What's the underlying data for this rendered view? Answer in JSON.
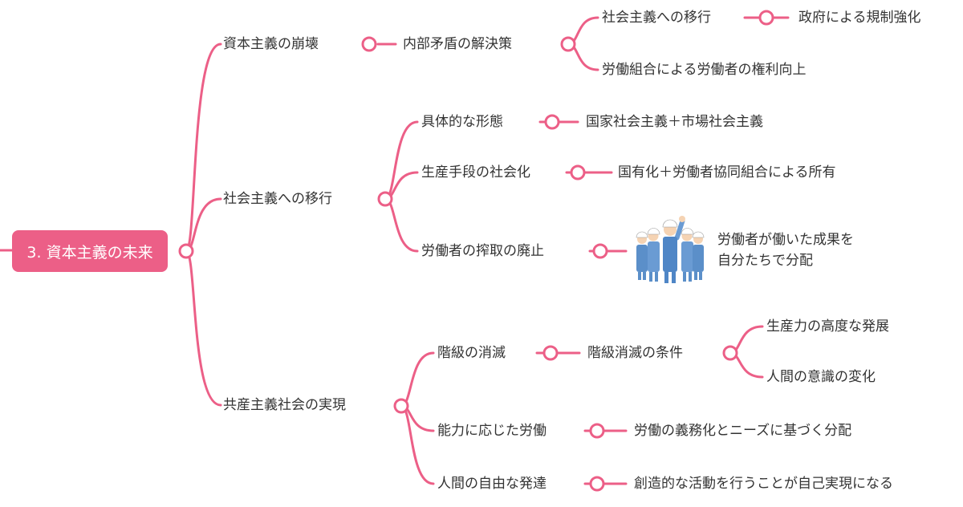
{
  "root": {
    "label": "3. 資本主義の未来"
  },
  "colors": {
    "accent": "#ec5f87",
    "text": "#333333",
    "figure_blue": "#5b8fc9"
  },
  "branches": [
    {
      "label": "資本主義の崩壊",
      "children": [
        {
          "label": "内部矛盾の解決策",
          "children": [
            {
              "label": "社会主義への移行",
              "child": "政府による規制強化"
            },
            {
              "label": "労働組合による労働者の権利向上"
            }
          ]
        }
      ]
    },
    {
      "label": "社会主義への移行",
      "children": [
        {
          "label": "具体的な形態",
          "child": "国家社会主義＋市場社会主義"
        },
        {
          "label": "生産手段の社会化",
          "child": "国有化＋労働者協同組合による所有"
        },
        {
          "label": "労働者の搾取の廃止",
          "image": "workers-illustration",
          "child_lines": [
            "労働者が働いた成果を",
            "自分たちで分配"
          ]
        }
      ]
    },
    {
      "label": "共産主義社会の実現",
      "children": [
        {
          "label": "階級の消滅",
          "child": "階級消滅の条件",
          "grandchildren": [
            "生産力の高度な発展",
            "人間の意識の変化"
          ]
        },
        {
          "label": "能力に応じた労働",
          "child": "労働の義務化とニーズに基づく分配"
        },
        {
          "label": "人間の自由な発達",
          "child": "創造的な活動を行うことが自己実現になる"
        }
      ]
    }
  ]
}
